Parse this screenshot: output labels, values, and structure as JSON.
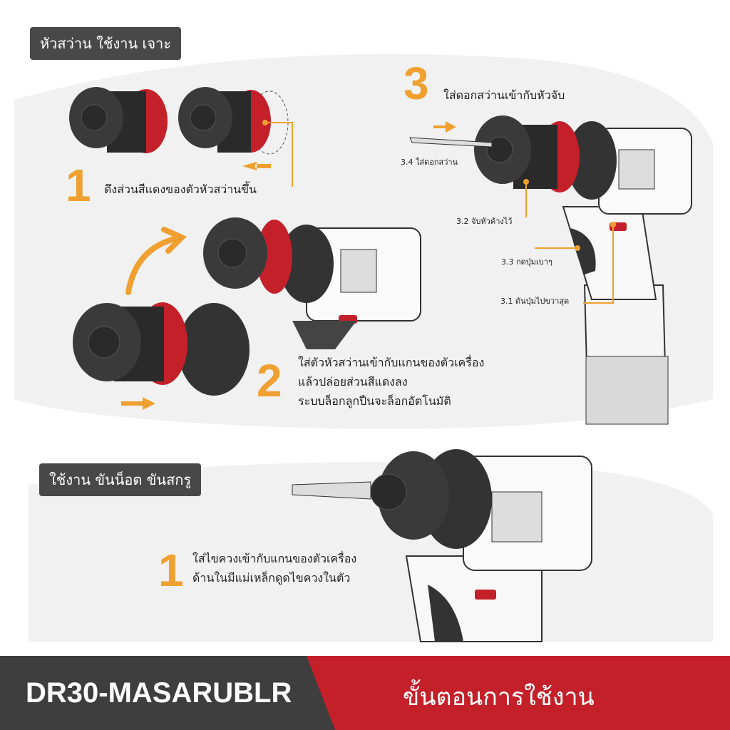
{
  "section_drill": {
    "label": "หัวสว่าน ใช้งาน เจาะ",
    "step1": {
      "number": "1",
      "text": "ดึงส่วนสีแดงของตัวหัวสว่านขึ้น"
    },
    "step2": {
      "number": "2",
      "lines": [
        "ใส่ตัวหัวสว่านเข้ากับแกนของตัวเครื่อง",
        "แล้วปล่อยส่วนสีแดงลง",
        "ระบบล็อกลูกปืนจะล็อกอัตโนมัติ"
      ]
    },
    "step3": {
      "number": "3",
      "title": "ใส่ดอกสว่านเข้ากับหัวจับ",
      "callouts": {
        "s34": "3.4 ใส่ดอกสว่าน",
        "s32": "3.2 จับหัวค้างไว้",
        "s33": "3.3 กดปุ่มเบาๆ",
        "s31": "3.1 ดันปุ่มไปขวาสุด"
      }
    }
  },
  "section_screw": {
    "label": "ใช้งาน ขันน็อต ขันสกรู",
    "step1": {
      "number": "1",
      "lines": [
        "ใส่ไขควงเข้ากับแกนของตัวเครื่อง",
        "ด้านในมีแม่เหล็กดูดไขควงในตัว"
      ]
    }
  },
  "footer": {
    "model": "DR30-MASARUBLR",
    "title": "ขั้นตอนการใช้งาน"
  },
  "colors": {
    "accent_orange": "#f0a030",
    "brand_red": "#c4202a",
    "dark_gray": "#3e3e3e",
    "panel_gray": "#f1f1f1"
  },
  "icons": [
    "drill-chuck",
    "power-drill",
    "arrow-right",
    "arrow-left",
    "curved-arrow",
    "screwdriver-bit"
  ]
}
